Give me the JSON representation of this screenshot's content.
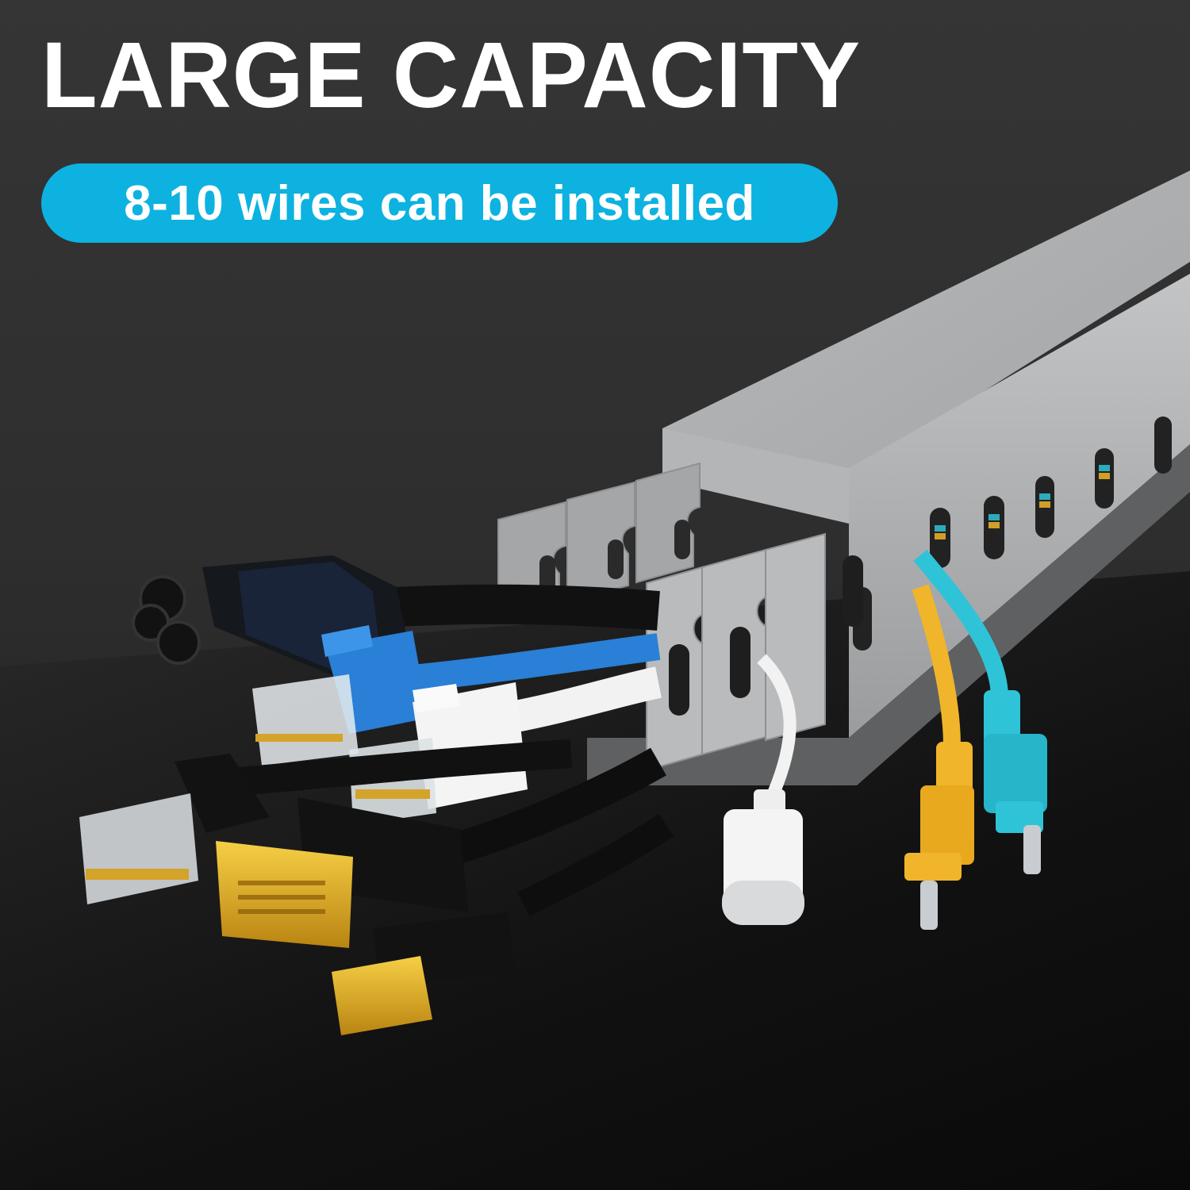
{
  "headline": "LARGE CAPACITY",
  "badge": {
    "text": "8-10 wires can be installed",
    "color": "#0db2e0"
  },
  "colors": {
    "background": "#2e2e2e",
    "duct": "#a9abad",
    "duct_shadow": "#8c8e90",
    "ethernet_blue": "#2a7fd6",
    "aux_yellow": "#f0b52a",
    "aux_cyan": "#2fc3d8",
    "gold": "#d9a21b"
  },
  "scene": {
    "product": "slotted wire duct",
    "cables": [
      {
        "name": "power cable (C5 cloverleaf)"
      },
      {
        "name": "blue ethernet cable"
      },
      {
        "name": "white ethernet cable"
      },
      {
        "name": "black ethernet cable"
      },
      {
        "name": "DVI cable"
      },
      {
        "name": "HDMI cable"
      },
      {
        "name": "USB-C cable"
      },
      {
        "name": "yellow 3.5mm aux cable"
      },
      {
        "name": "cyan 3.5mm aux cable"
      }
    ]
  }
}
